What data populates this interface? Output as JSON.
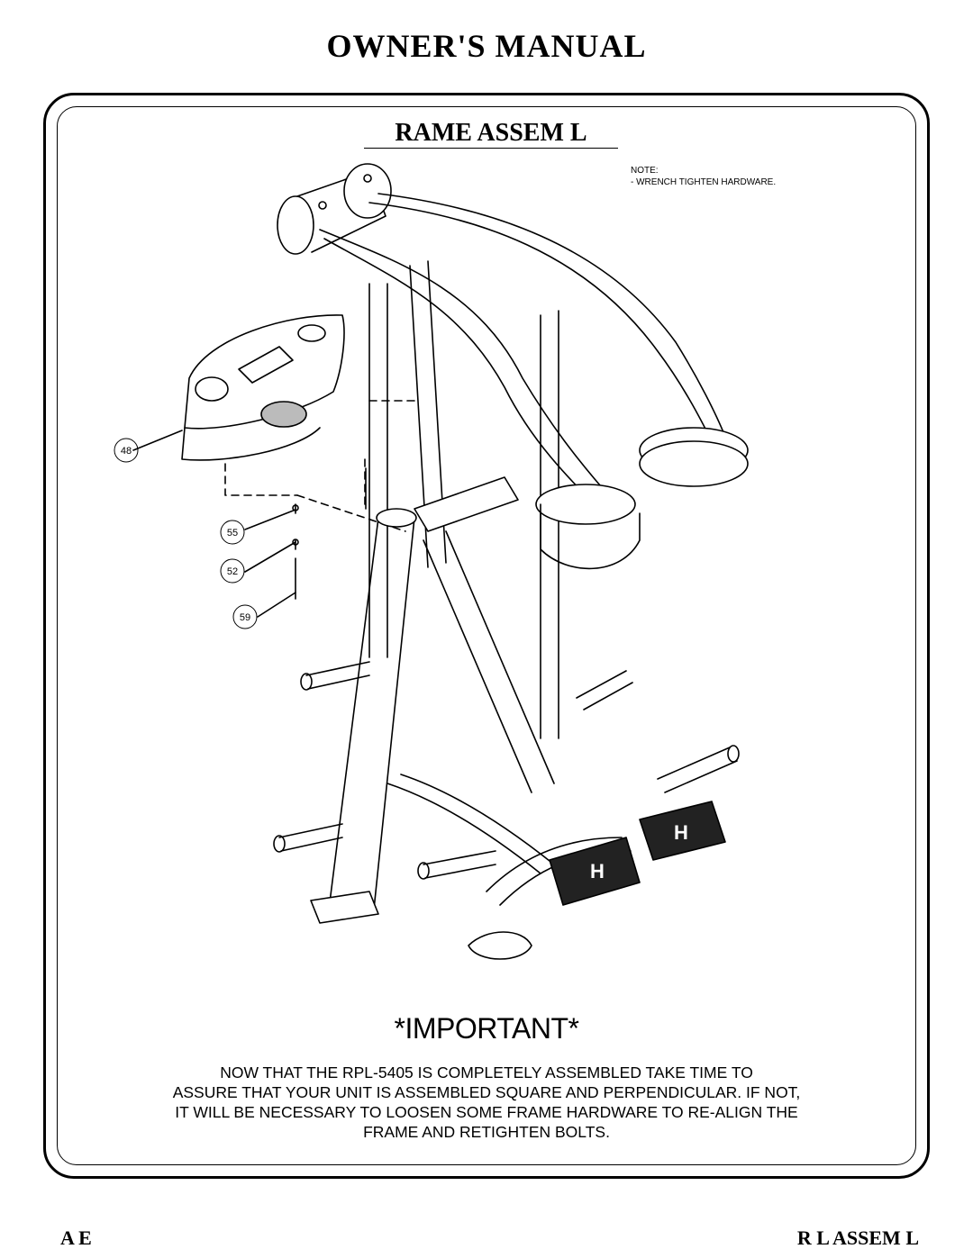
{
  "header": {
    "title": "OWNER'S MANUAL"
  },
  "section": {
    "title": "RAME ASSEM L"
  },
  "note": {
    "line1": "NOTE:",
    "line2": "-  WRENCH TIGHTEN HARDWARE."
  },
  "callouts": [
    "48",
    "55",
    "52",
    "59"
  ],
  "important": {
    "title": "*IMPORTANT*",
    "lines": [
      "NOW THAT THE RPL-5405 IS COMPLETELY ASSEMBLED TAKE TIME TO",
      "ASSURE THAT YOUR UNIT IS ASSEMBLED SQUARE AND PERPENDICULAR.  IF NOT,",
      "IT WILL BE NECESSARY TO LOOSEN SOME FRAME HARDWARE TO RE-ALIGN THE",
      "FRAME AND RETIGHTEN BOLTS."
    ]
  },
  "footer": {
    "left": "A  E",
    "right": "R  L        ASSEM  L"
  }
}
